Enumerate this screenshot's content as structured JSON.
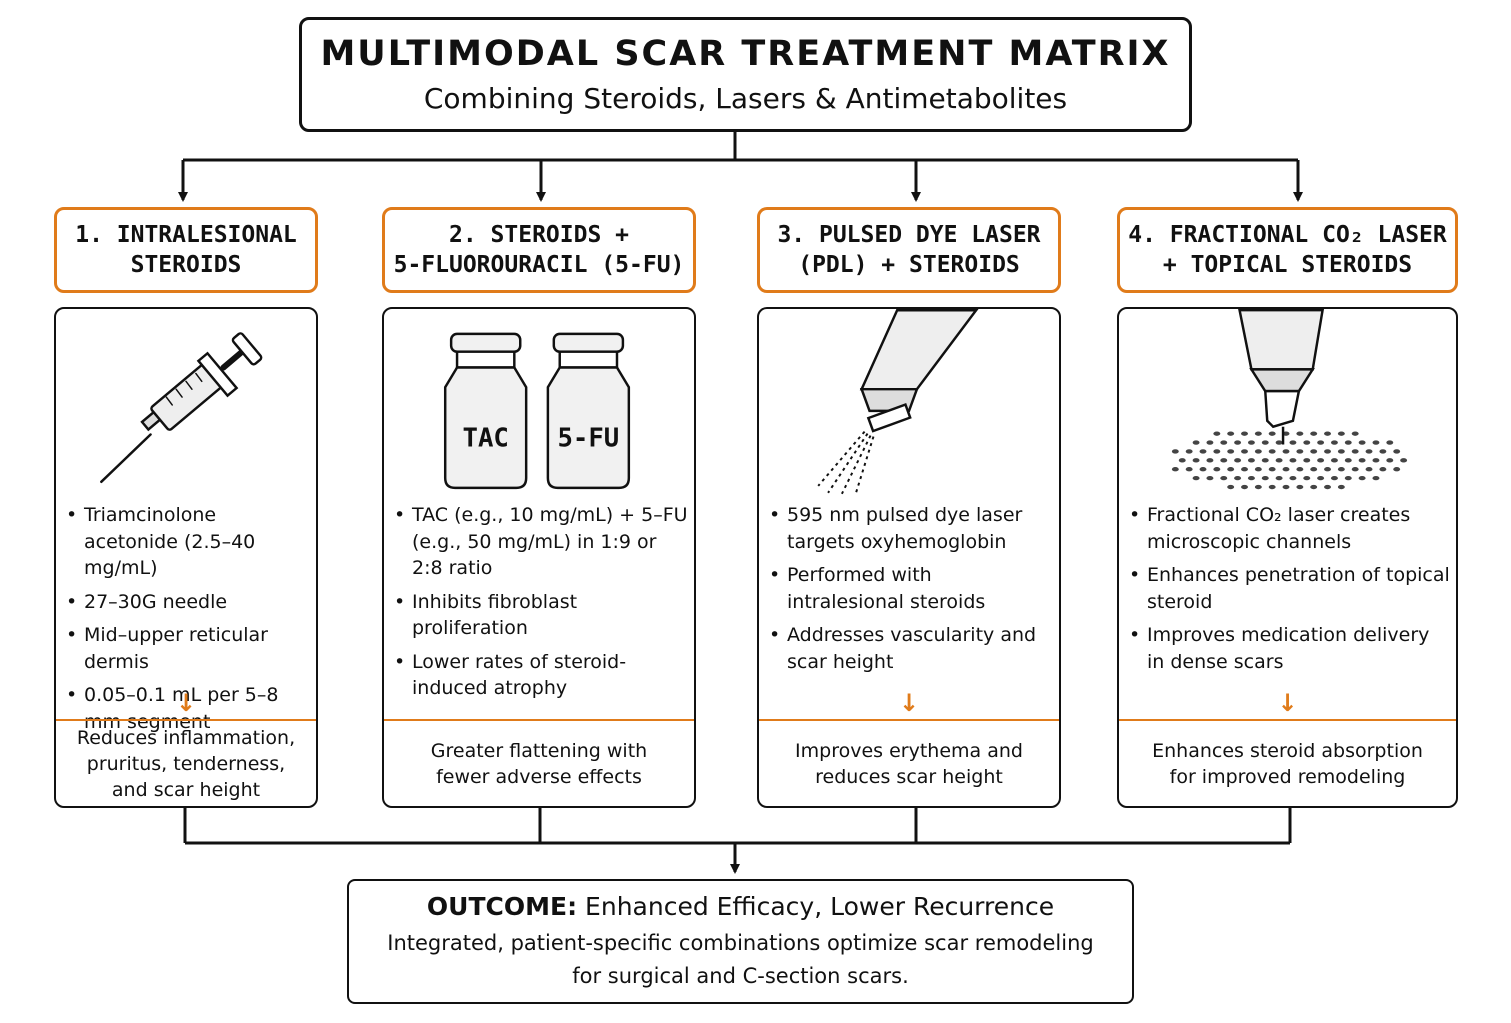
{
  "header": {
    "title": "MULTIMODAL SCAR TREATMENT MATRIX",
    "subtitle": "Combining Steroids, Lasers & Antimetabolites"
  },
  "colors": {
    "accent": "#e07b1a",
    "ink": "#111111",
    "background": "#ffffff"
  },
  "treatments": [
    {
      "heading_lines": [
        "1. INTRALESIONAL",
        "STEROIDS"
      ],
      "icon": "syringe-icon",
      "bullets": [
        "Triamcinolone acetonide (2.5–40 mg/mL)",
        "27–30G needle",
        "Mid–upper reticular dermis",
        "0.05–0.1 mL per 5–8 mm segment"
      ],
      "effect_lines": [
        "Reduces inflammation,",
        "pruritus, tenderness,",
        "and scar height"
      ]
    },
    {
      "heading_lines": [
        "2. STEROIDS +",
        "5-FLUOROURACIL (5-FU)"
      ],
      "icon": "vials-icon",
      "vial_labels": [
        "TAC",
        "5-FU"
      ],
      "bullets": [
        "TAC (e.g., 10 mg/mL) + 5–FU (e.g., 50 mg/mL) in 1:9 or 2:8 ratio",
        "Inhibits fibroblast proliferation",
        "Lower rates of steroid-induced atrophy"
      ],
      "effect_lines": [
        "Greater flattening with",
        "fewer adverse effects"
      ]
    },
    {
      "heading_lines": [
        "3. PULSED DYE LASER",
        "(PDL) + STEROIDS"
      ],
      "icon": "laser-handpiece-icon",
      "bullets": [
        "595 nm pulsed dye laser targets oxyhemoglobin",
        "Performed with intralesional steroids",
        "Addresses vascularity and scar height"
      ],
      "effect_lines": [
        "Improves erythema and",
        "reduces scar height"
      ]
    },
    {
      "heading_lines": [
        "4. FRACTIONAL CO₂ LASER",
        "+ TOPICAL STEROIDS"
      ],
      "icon": "fractional-laser-icon",
      "bullets": [
        "Fractional CO₂ laser creates microscopic channels",
        "Enhances penetration of topical steroid",
        "Improves medication delivery in dense scars"
      ],
      "effect_lines": [
        "Enhances steroid absorption",
        "for improved remodeling"
      ]
    }
  ],
  "outcome": {
    "label": "OUTCOME:",
    "title": "Enhanced Efficacy, Lower Recurrence",
    "body_lines": [
      "Integrated, patient-specific combinations optimize scar remodeling",
      "for surgical and C-section scars."
    ]
  }
}
